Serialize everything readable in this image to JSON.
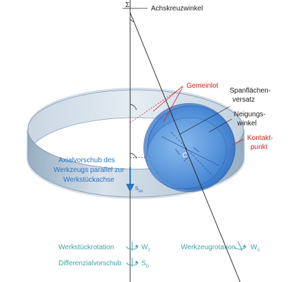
{
  "labels": {
    "sigma": "Σ",
    "achskreuzwinkel": "Achskreuzwinkel",
    "gemeinlot": "Gemeinlot",
    "spanflaechen_1": "Spanflächen-",
    "spanflaechen_2": "versatz",
    "neigungs_1": "Neigungs-",
    "neigungs_2": "winkel",
    "kontakt_1": "Kontakt-",
    "kontakt_2": "punkt",
    "axial_1": "Axialvorschub des",
    "axial_2": "Werkzeugs parallel zur",
    "axial_3": "Werkstückachse",
    "s_ax": "s",
    "s_ax_sub": "ax",
    "werkstueckrotation": "Werkstückrotation",
    "w2": "W",
    "w2_sub": "2",
    "werkzeugrotation": "Werkzeugrotation",
    "w0": "W",
    "w0_sub": "0",
    "differenzialvorschub": "Differenzialvorschub",
    "sd": "S",
    "sd_sub": "D"
  },
  "colors": {
    "ring_fill": "#b7c8d8",
    "tool_fill": "#3d7fd0",
    "label_red": "#d42020",
    "label_blue": "#2b73c4",
    "label_teal": "#3fa3a8",
    "label_dark": "#1a1a1a"
  },
  "icons": {
    "rotation_arrow": "curved-rotation-arrow",
    "feed_arrow": "down-arrow"
  }
}
